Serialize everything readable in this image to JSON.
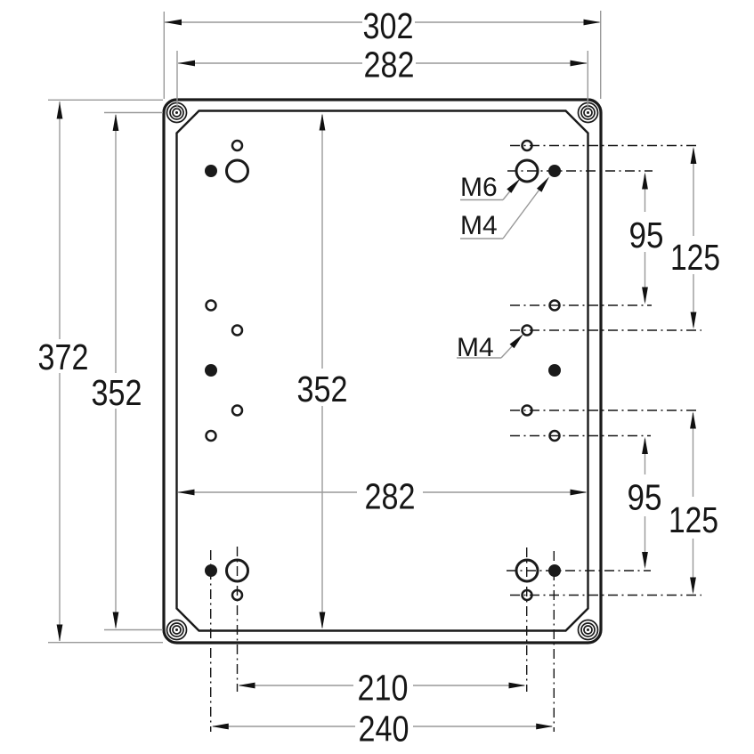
{
  "drawing": {
    "dims": {
      "outer_width": "302",
      "screw_width": "282",
      "outer_height": "372",
      "screw_height": "352",
      "center_height": "352",
      "inner_width": "282",
      "bottom_inner": "210",
      "bottom_outer": "240",
      "right_top_95": "95",
      "right_top_125": "125",
      "right_bottom_95": "95",
      "right_bottom_125": "125"
    },
    "labels": {
      "m6": "M6",
      "m4_top": "M4",
      "m4_mid": "M4"
    },
    "colors": {
      "ink": "#1a1a1a",
      "dim_line": "#999999",
      "background": "#ffffff"
    }
  }
}
